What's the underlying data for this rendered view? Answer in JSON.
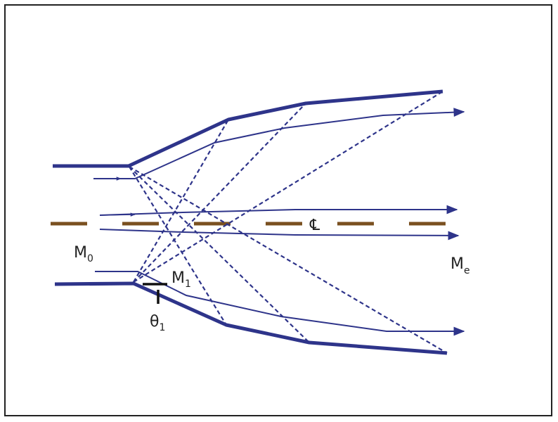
{
  "diagram": {
    "colors": {
      "wall": "#2e348a",
      "streamline": "#2e348a",
      "wave": "#2e348a",
      "centerline": "#7a5020",
      "label": "#222222"
    },
    "labels": {
      "m0_base": "M",
      "m0_sub": "0",
      "m1_base": "M",
      "m1_sub": "1",
      "me_base": "M",
      "me_sub": "e",
      "theta_base": "θ",
      "theta_sub": "1",
      "centerline_symbol": "℄"
    }
  }
}
